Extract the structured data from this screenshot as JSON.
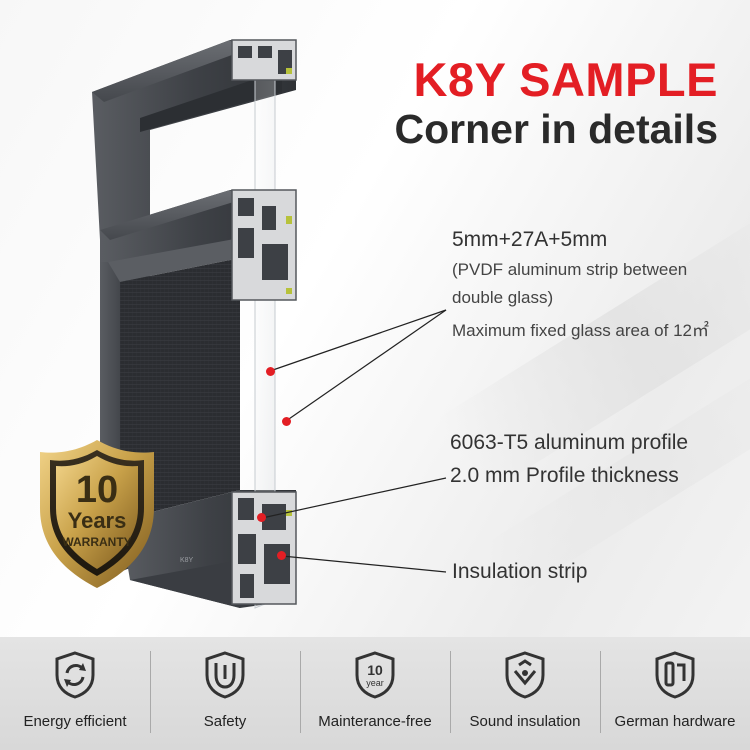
{
  "header": {
    "title": "K8Y SAMPLE",
    "subtitle": "Corner in details"
  },
  "annotations": {
    "glass_spec": "5mm+27A+5mm",
    "glass_note_1": "(PVDF aluminum strip between",
    "glass_note_2": "double glass)",
    "glass_note_3": "Maximum fixed glass area of 12㎡",
    "profile_spec": "6063-T5 aluminum profile",
    "profile_thickness": "2.0 mm Profile thickness",
    "insulation": "Insulation strip"
  },
  "badge": {
    "number": "10",
    "years": "Years",
    "warranty": "WARRANTY"
  },
  "features": [
    {
      "label": "Energy efficient",
      "icon": "energy-cycle-icon"
    },
    {
      "label": "Safety",
      "icon": "safety-lock-icon"
    },
    {
      "label": "Mainterance-free",
      "icon": "ten-year-icon"
    },
    {
      "label": "Sound insulation",
      "icon": "sound-shield-icon"
    },
    {
      "label": "German hardware",
      "icon": "hardware-handle-icon"
    }
  ],
  "feature_icon_text": "10",
  "feature_icon_subtext": "year",
  "colors": {
    "accent_red": "#e31e24",
    "dark_text": "#2a2a2a",
    "frame_gray": "#4a4d52",
    "badge_gold": "#c9a24a",
    "bottom_bar": "#dcdcdc"
  }
}
